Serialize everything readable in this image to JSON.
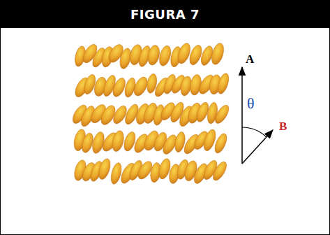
{
  "diagram": {
    "title": "FIGURA 7",
    "labels": [
      "A",
      "θ",
      "B"
    ]
  }
}
